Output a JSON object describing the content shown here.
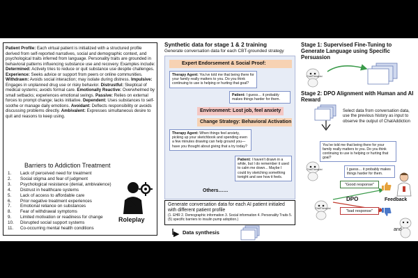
{
  "left": {
    "profile_paragraph": [
      {
        "bold": "Patient Profile:",
        "text": " Each virtual patient is initialized with a structured profile derived from self-reported narratives, social and demographic context, and psychological traits inferred from language. Personality traits are grounded in behavioral patterns influencing substance use and recovery. Examples include: "
      },
      {
        "bold": "Determined:",
        "text": " Actively tries to reduce or quit substance use despite challenges. "
      },
      {
        "bold": "Experience:",
        "text": " Seeks advice or support from peers or online communities. "
      },
      {
        "bold": "Withdrawn:",
        "text": " Avoids social interaction; may isolate during distress. "
      },
      {
        "bold": "Impulsive:",
        "text": " Engages in unplanned drug use or risky behavior. "
      },
      {
        "bold": "Distrustful:",
        "text": " Skeptical of medical systems; avoids formal care. "
      },
      {
        "bold": "Emotionally Reactive:",
        "text": " Overwhelmed by small setbacks; experiences emotional swings. "
      },
      {
        "bold": "Passive:",
        "text": " Relies on external forces to prompt change; lacks initiative. "
      },
      {
        "bold": "Dependent:",
        "text": " Uses substances to self-soothe or manage daily emotions. "
      },
      {
        "bold": "Avoidant:",
        "text": " Deflects responsibility or avoids discussing problems directly. "
      },
      {
        "bold": "Ambivalent:",
        "text": " Expresses simultaneous desire to quit and reasons to keep using."
      }
    ],
    "barriers_title": "Barriers to Addiction Treatment",
    "barriers": [
      {
        "num": "1.",
        "text": "Lack of perceived need for treatment"
      },
      {
        "num": "2.",
        "text": "Social stigma and fear of judgment"
      },
      {
        "num": "3.",
        "text": "Psychological resistance (denial, ambivalence)"
      },
      {
        "num": "4.",
        "text": "Distrust in healthcare systems"
      },
      {
        "num": "5.",
        "text": "Lack of access to affordable care"
      },
      {
        "num": "6.",
        "text": "Prior negative treatment experiences"
      },
      {
        "num": "7.",
        "text": "Emotional reliance on substances"
      },
      {
        "num": "8.",
        "text": "Fear of withdrawal symptoms"
      },
      {
        "num": "9.",
        "text": "Limited motivation or readiness for change"
      },
      {
        "num": "10.",
        "text": "Disrupted social support systems"
      },
      {
        "num": "11.",
        "text": "Co-occurring mental health conditions"
      }
    ],
    "roleplay_label": "Roleplay",
    "roleplay_icon": "person-with-gear-icon"
  },
  "middle": {
    "title": "Synthetic data for stage 1 & 2 training",
    "subtitle": "Generate conversation data for each CBT-grounded strategy",
    "strip1": "Expert Endorsement & Social Proof:",
    "bubble1_speaker": "Therapy Agent:",
    "bubble1_text": " You've told me that being there for your family really matters to you. Do you think continuing to use is helping or hurting that goal?",
    "bubble2_speaker": "Patient:",
    "bubble2_text": " I guess… it probably makes things harder for them.",
    "strip2": "Environment: Lost job, feel anxiety",
    "strip3": "Change Strategy: Behavioral Activation",
    "bubble3_speaker": "Therapy Agent:",
    "bubble3_text": " When things feel anxiety, picking up your sketchbook and spending even a few minutes drawing can help ground you—have you thought about giving that a try today?",
    "bubble4_speaker": "Patient:",
    "bubble4_text": " I haven't drawn in a while, but I do remember it used to calm me down... Maybe I could try sketching something tonight and see how it feels.",
    "others": "Others……",
    "gen_main": "Generate conversation data for each AI patient initialed with different patient profile",
    "gen_refs": "(1. EHR 2. Demographic information 3. Social information 4. Personality Traits 5. (5) specific barriers to insulin pump adoption.)",
    "data_synthesis": "Data synthesis",
    "robot_label": "ChatTherapist"
  },
  "right": {
    "stage1_title": "Stage 1: Supervised Fine-Tuning to Generate Language using Specific Persuasion",
    "stage2_title": "Stage 2: DPO Alignment with Human and AI Reward",
    "stage2_desc": "Select data from conversation data, use the previous history as input to observe the output of ChatAddiction",
    "bubble1": "You've told me that being there for your family really matters to you. Do you think continuing to use is helping or hurting that goal?",
    "bubble2": "I guess… it probably makes things harder for them.",
    "good": "\"Good response\"",
    "bad": "\"bad response\"",
    "dpo": "DPO",
    "feedback": "Feedback",
    "and": "and",
    "robot_label": "ChatTherapist"
  },
  "colors": {
    "panel_bg": "#e7ecf6",
    "strip_orange": "#f7d2b3",
    "strip_pink": "#f4c7c3",
    "arrow_blue": "#2c4c9c",
    "arrow_green": "#3a9a4a",
    "arrow_red": "#c0392b"
  }
}
